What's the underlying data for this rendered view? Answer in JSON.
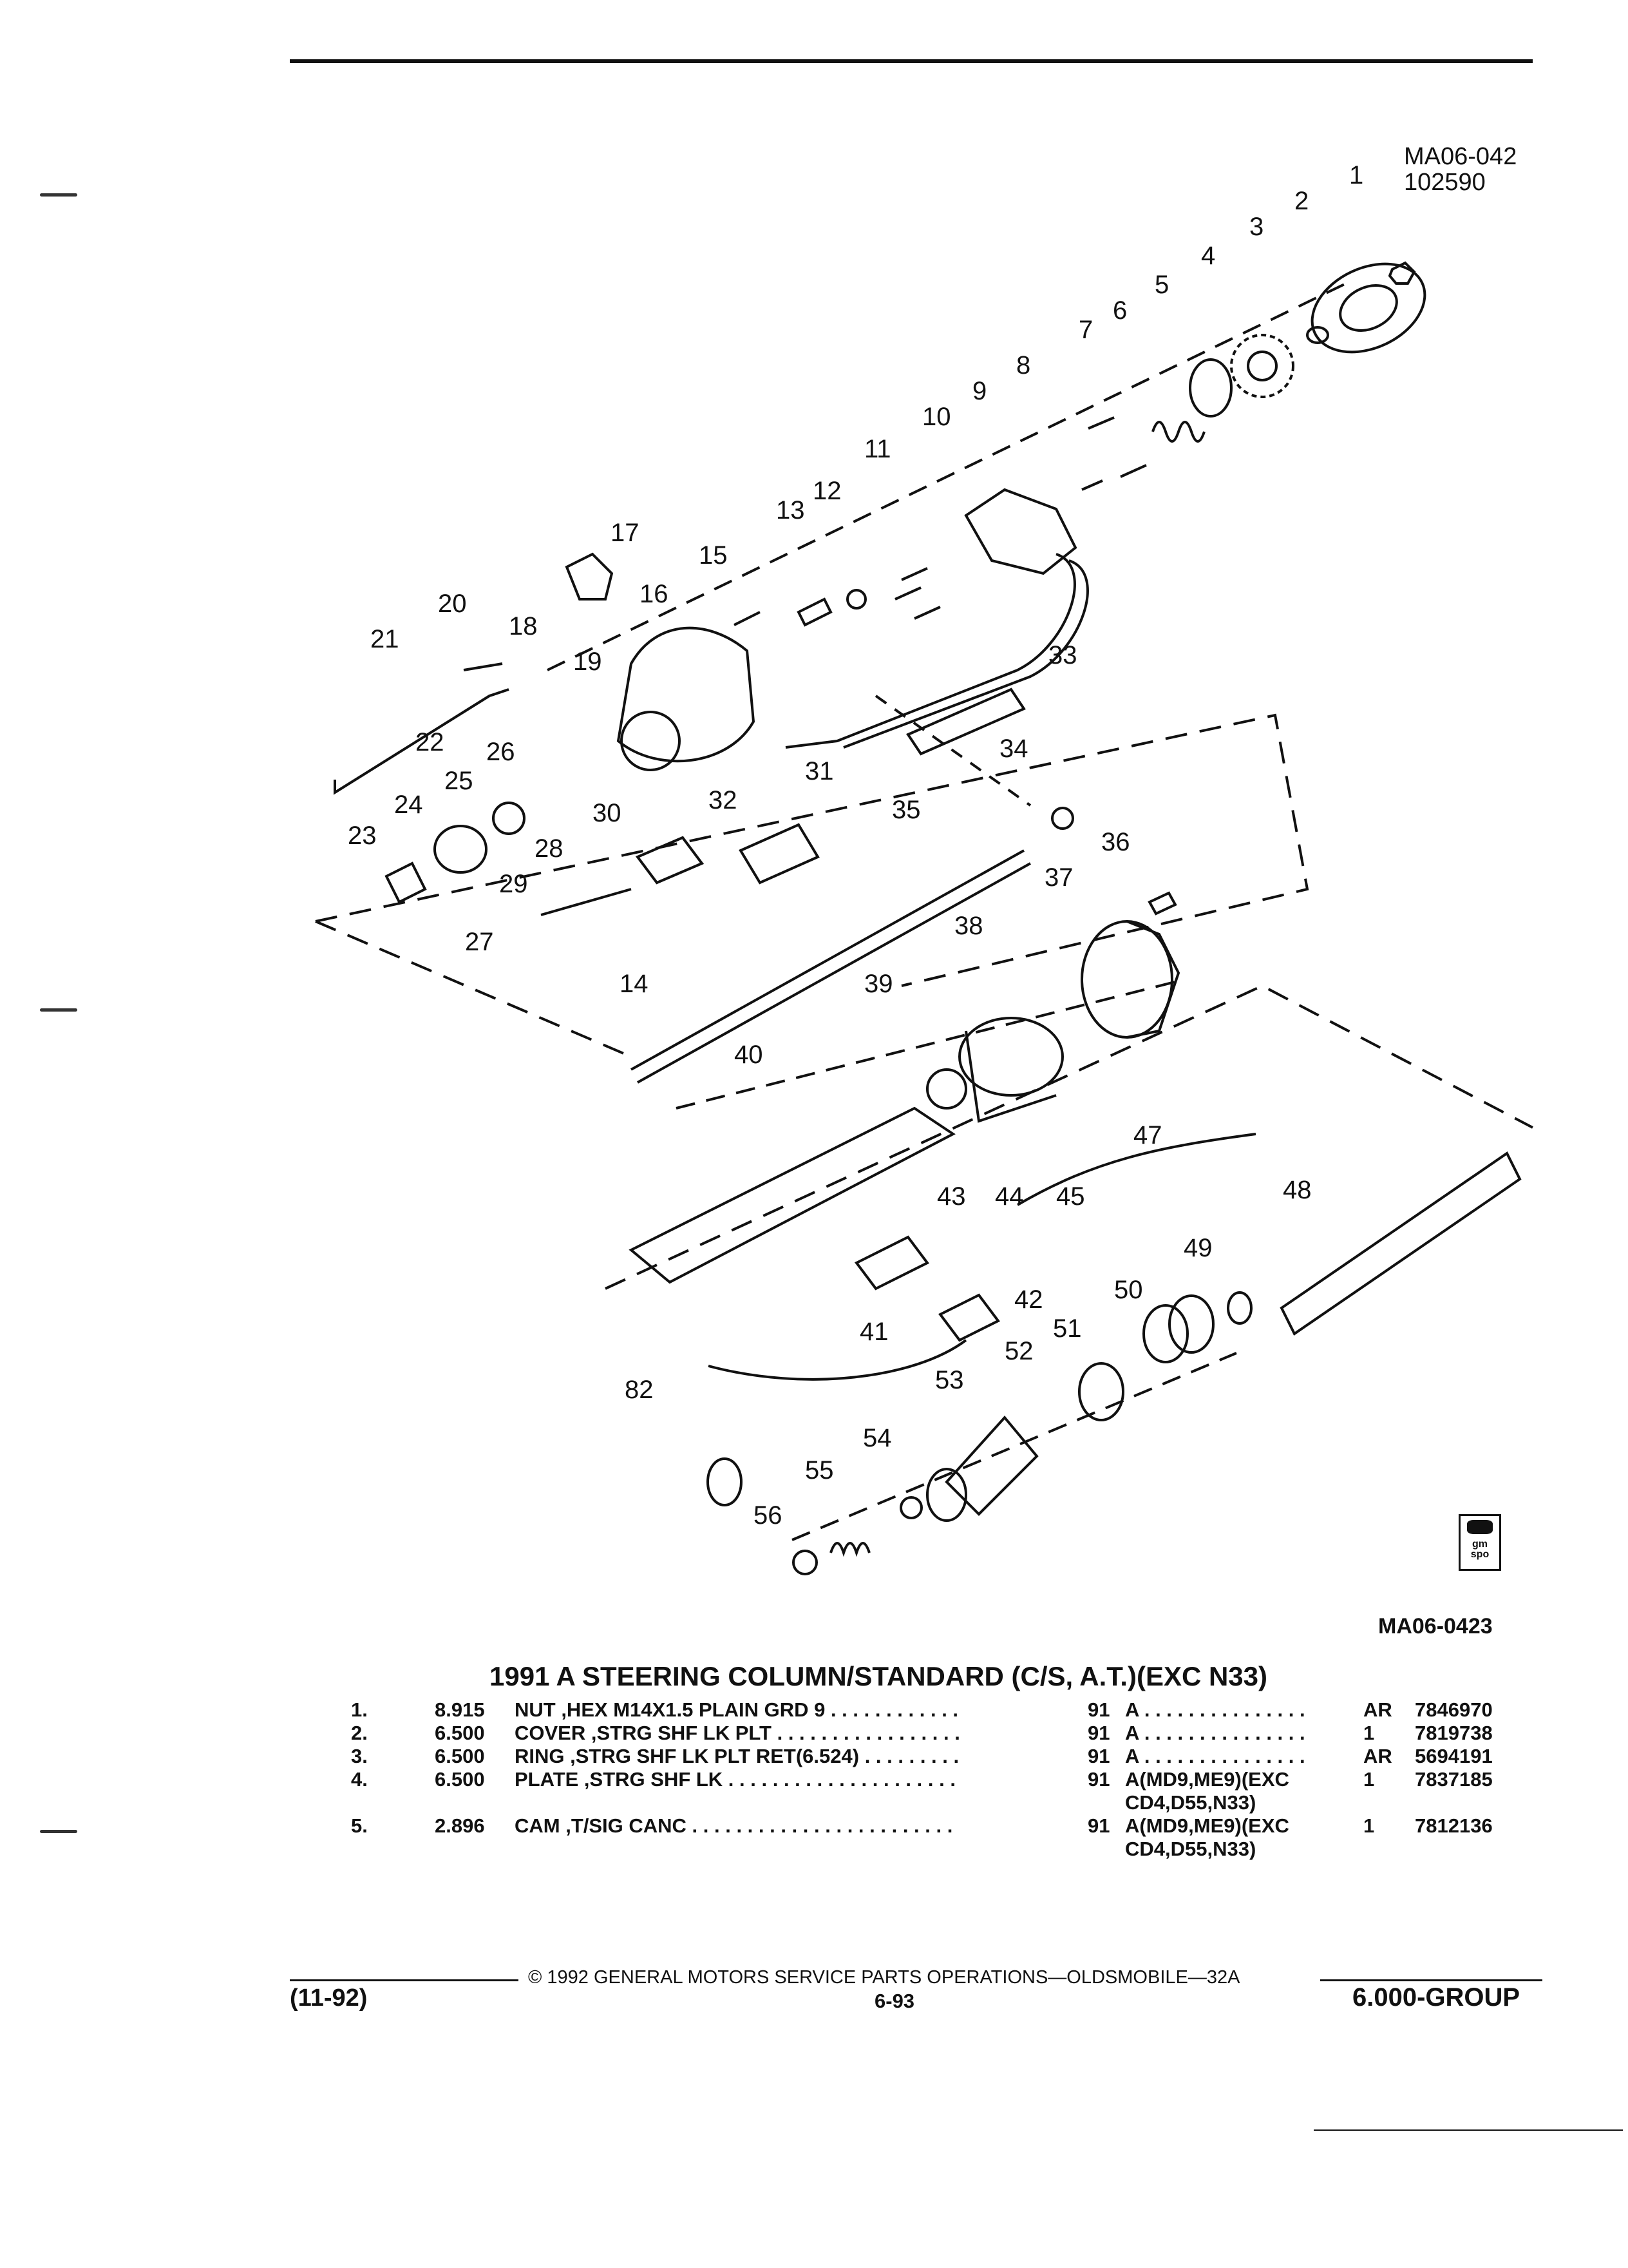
{
  "header": {
    "figure_code_top": "MA06-042",
    "figure_code_sub": "102590"
  },
  "diagram": {
    "callouts": [
      "1",
      "2",
      "3",
      "4",
      "5",
      "6",
      "7",
      "8",
      "9",
      "10",
      "11",
      "12",
      "13",
      "14",
      "15",
      "16",
      "17",
      "18",
      "19",
      "20",
      "21",
      "22",
      "23",
      "24",
      "25",
      "26",
      "27",
      "28",
      "29",
      "30",
      "31",
      "32",
      "33",
      "34",
      "35",
      "36",
      "37",
      "38",
      "39",
      "40",
      "41",
      "42",
      "43",
      "44",
      "45",
      "47",
      "48",
      "49",
      "50",
      "51",
      "52",
      "53",
      "54",
      "55",
      "56",
      "82"
    ],
    "logo_text": "gm spo",
    "figure_code_bottom": "MA06-0423"
  },
  "catalog": {
    "title": "1991 A STEERING COLUMN/STANDARD (C/S, A.T.)(EXC N33)",
    "rows": [
      {
        "num": "1.",
        "group": "8.915",
        "description": "NUT ,HEX M14X1.5 PLAIN GRD 9 . . . . . . . . . . . .",
        "year": "91",
        "application": "A . . . . . . . . . . . . . . .",
        "qty": "AR",
        "part": "7846970"
      },
      {
        "num": "2.",
        "group": "6.500",
        "description": "COVER ,STRG SHF LK PLT . . . . . . . . . . . . . . . . .",
        "year": "91",
        "application": "A . . . . . . . . . . . . . . .",
        "qty": "1",
        "part": "7819738"
      },
      {
        "num": "3.",
        "group": "6.500",
        "description": "RING ,STRG SHF LK PLT RET(6.524) . . . . . . . . .",
        "year": "91",
        "application": "A . . . . . . . . . . . . . . .",
        "qty": "AR",
        "part": "5694191"
      },
      {
        "num": "4.",
        "group": "6.500",
        "description": "PLATE ,STRG SHF LK . . . . . . . . . . . . . . . . . . . . .",
        "year": "91",
        "application": "A(MD9,ME9)(EXC",
        "application2": "CD4,D55,N33)",
        "qty": "1",
        "part": "7837185"
      },
      {
        "num": "5.",
        "group": "2.896",
        "description": "CAM ,T/SIG CANC . . . . . . . . . . . . . . . . . . . . . . . .",
        "year": "91",
        "application": "A(MD9,ME9)(EXC",
        "application2": "CD4,D55,N33)",
        "qty": "1",
        "part": "7812136"
      }
    ]
  },
  "footer": {
    "copyright": "© 1992 GENERAL MOTORS SERVICE PARTS OPERATIONS—OLDSMOBILE—32A",
    "date": "(11-92)",
    "page": "6-93",
    "group": "6.000-GROUP"
  }
}
